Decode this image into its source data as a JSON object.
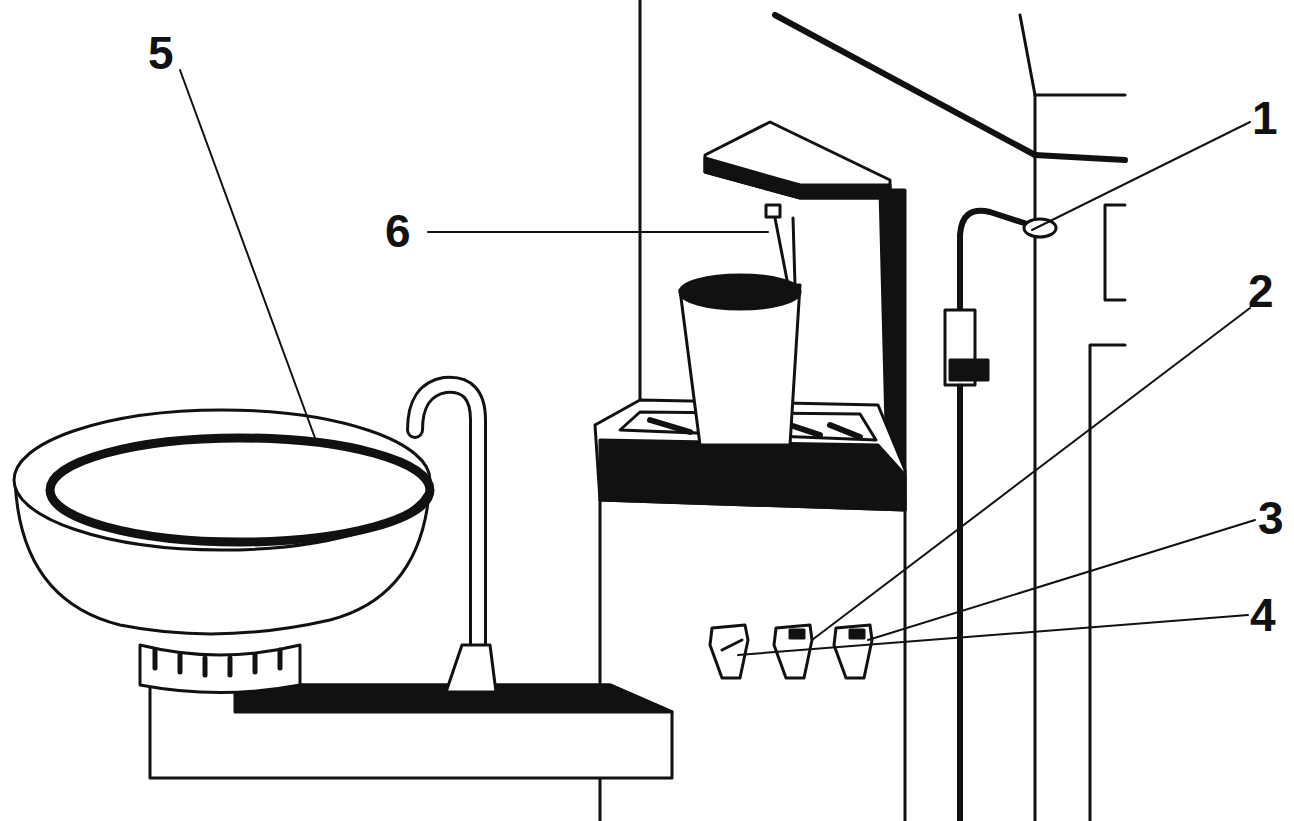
{
  "diagram": {
    "labels": [
      "5",
      "1",
      "6",
      "2",
      "3",
      "4"
    ]
  }
}
